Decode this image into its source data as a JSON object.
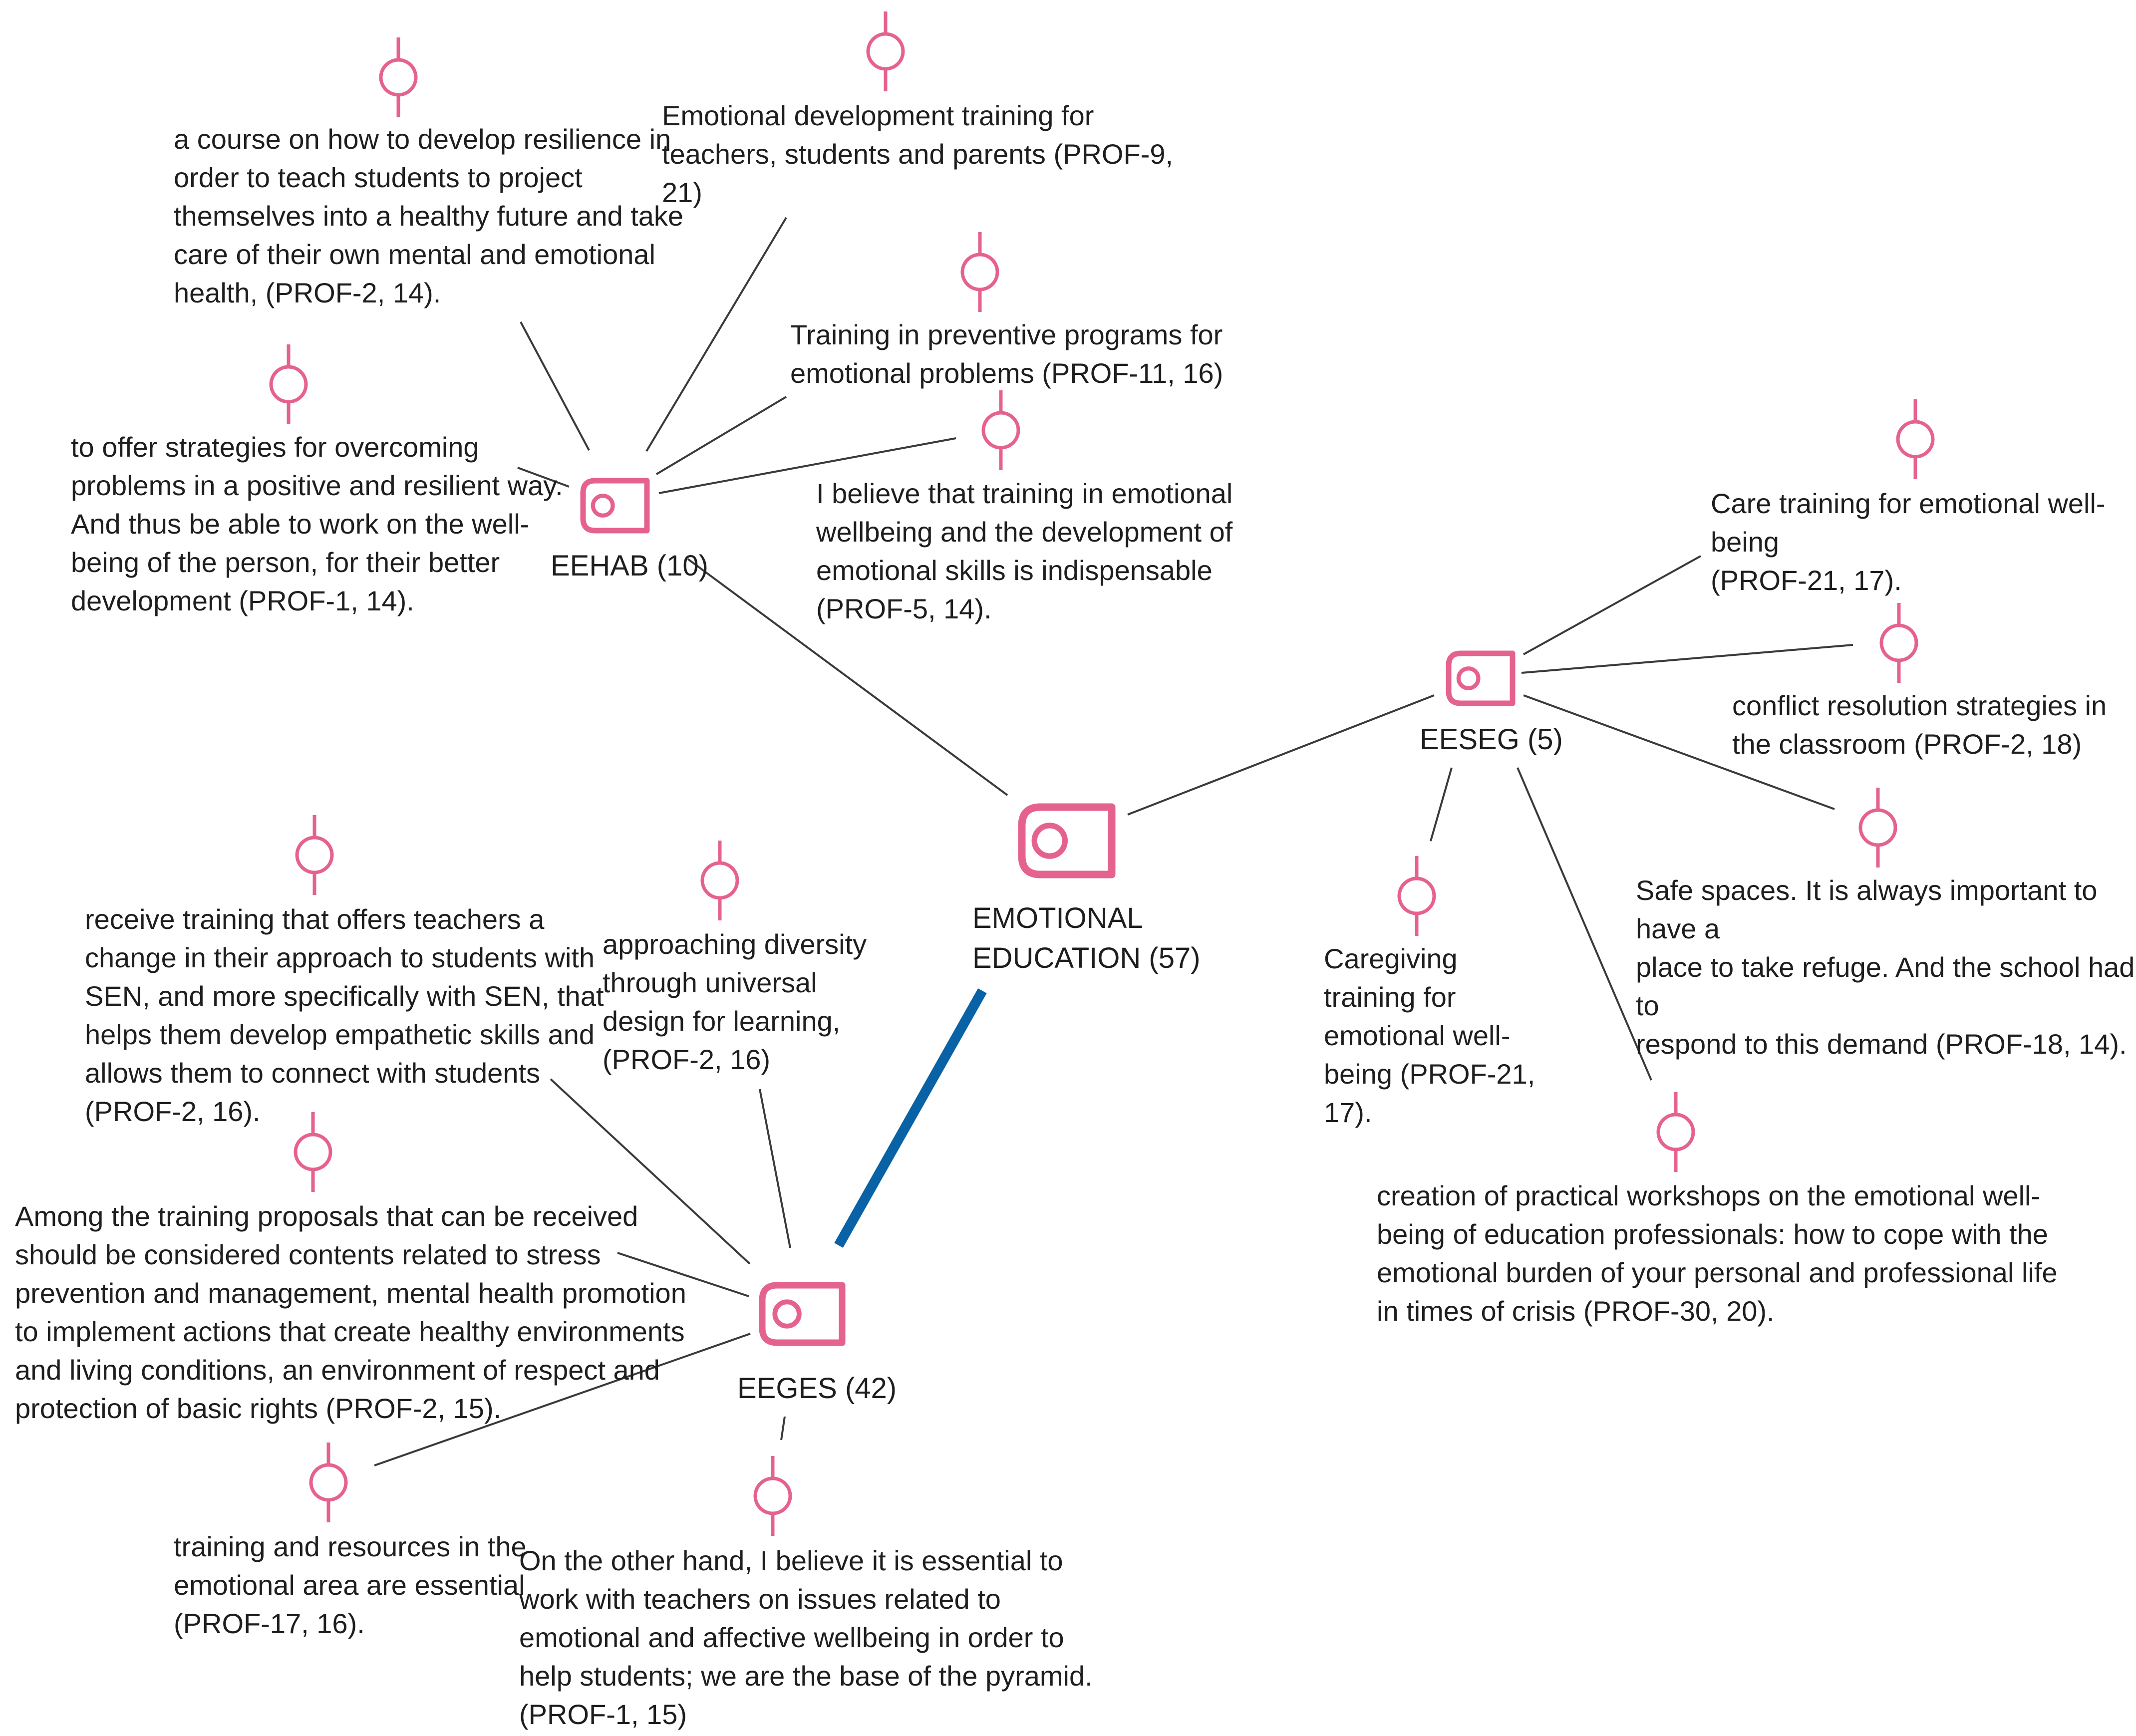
{
  "colors": {
    "icon": "#e5628f",
    "link": "#3a3a3a",
    "core_link": "#0862a5",
    "text": "#1e1e1e"
  },
  "codes": {
    "root": "EMOTIONAL\nEDUCATION (57)",
    "eehab": "EEHAB (10)",
    "eeseg": "EESEG (5)",
    "eeges": "EEGES (42)"
  },
  "quotes": {
    "eehab_resilience": "a course on how to develop resilience in\norder to teach students to project\nthemselves into a healthy future and take\ncare of their own mental and emotional\nhealth, (PROF-2, 14).",
    "eehab_development": "Emotional development training for\nteachers, students and parents (PROF-9,\n21)",
    "eehab_preventive": "Training in preventive programs for\nemotional problems (PROF-11, 16)",
    "eehab_strategies": "to offer strategies for overcoming\nproblems in a positive and resilient way.\nAnd thus be able to work on the well-\nbeing of the person, for their better\ndevelopment (PROF-1, 14).",
    "eehab_indispensable": "I believe that training in emotional\nwellbeing and the development of\nemotional skills is indispensable\n(PROF-5, 14).",
    "eeseg_care": "Care training for emotional well-being\n(PROF-21, 17).",
    "eeseg_conflict": "conflict resolution strategies in\nthe classroom (PROF-2, 18)",
    "eeseg_safe": "Safe spaces. It is always important to have a\nplace to take refuge. And the school had to\nrespond to this demand (PROF-18, 14).",
    "eeseg_caregiving": "Caregiving\ntraining for\nemotional well-\nbeing (PROF-21,\n17).",
    "eeseg_workshops": "creation of practical workshops on the emotional well-\nbeing of education professionals: how to cope with the\nemotional burden of your personal and professional life\nin times of crisis (PROF-30, 20).",
    "eeges_sen": "receive training that offers teachers a\nchange in their approach to students with\nSEN, and more specifically with SEN, that\nhelps them develop empathetic skills and\nallows them to connect with students\n(PROF-2, 16).",
    "eeges_diversity": "approaching diversity\nthrough universal\ndesign for learning,\n(PROF-2, 16)",
    "eeges_stress": "Among the training proposals that can be received\nshould be considered contents related to stress\nprevention and management, mental health promotion\nto implement actions that create healthy environments\nand living conditions, an environment of respect and\nprotection of basic rights (PROF-2, 15).",
    "eeges_resources": "training and resources in the\nemotional area are essential\n(PROF-17, 16).",
    "eeges_pyramid": "On the other hand, I believe it is essential to\nwork with teachers on issues related to\nemotional and affective wellbeing in order to\nhelp students; we are the base of the pyramid.\n(PROF-1, 15)"
  }
}
